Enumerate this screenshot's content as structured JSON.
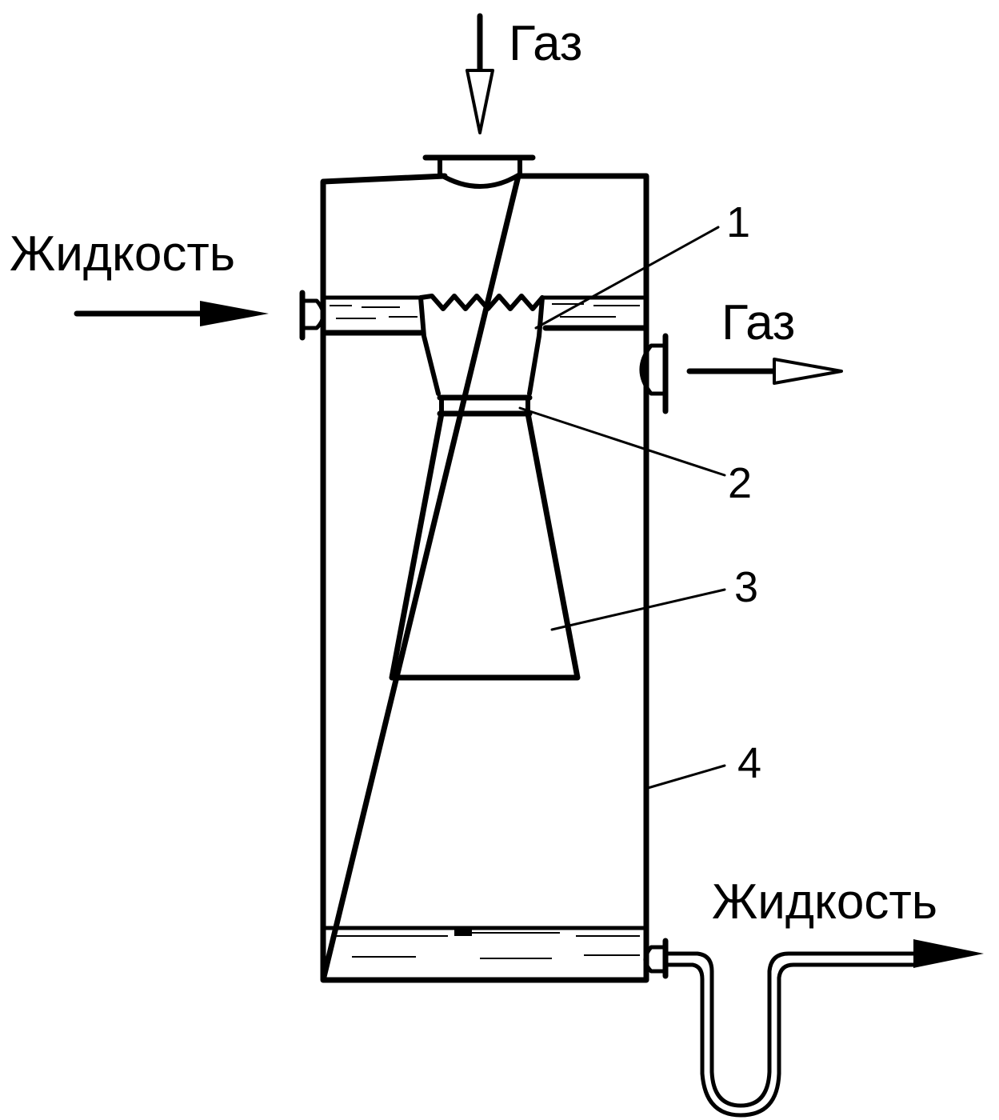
{
  "labels": {
    "gas_in": "Газ",
    "gas_out": "Газ",
    "liquid_in": "Жидкость",
    "liquid_out": "Жидкость"
  },
  "callouts": {
    "c1": "1",
    "c2": "2",
    "c3": "3",
    "c4": "4"
  }
}
